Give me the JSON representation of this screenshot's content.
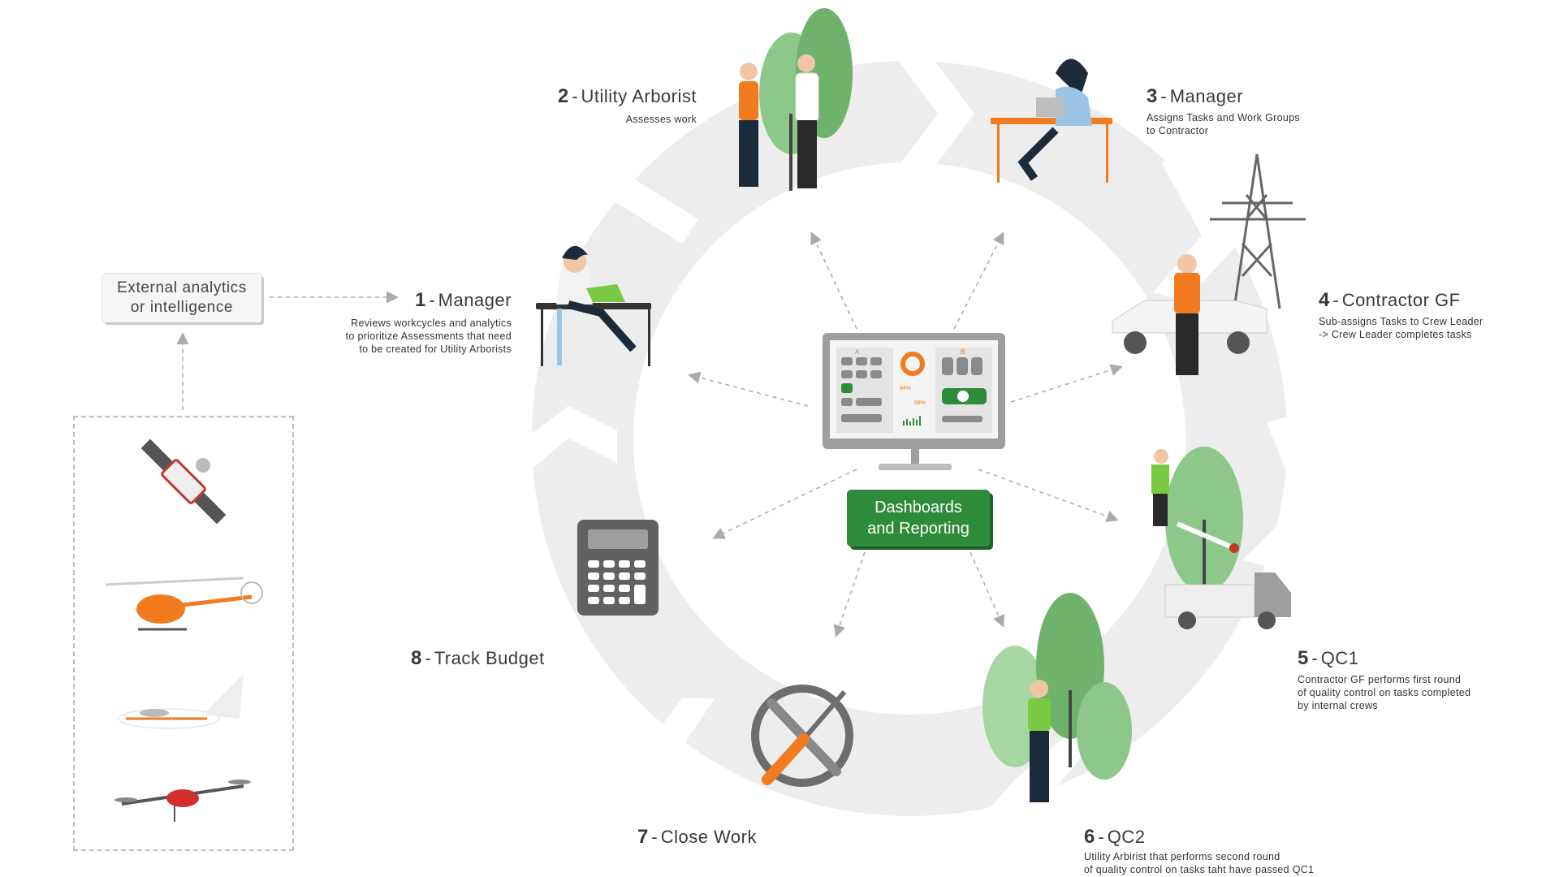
{
  "external_box": {
    "label": "External analytics\nor intelligence"
  },
  "dashboard": {
    "label": "Dashboards\nand Reporting"
  },
  "monitor": {
    "panel_a_label": "A",
    "panel_b_label": "B",
    "stat_1": "84%",
    "stat_2": "98%"
  },
  "steps": [
    {
      "num": "1",
      "title": "Manager",
      "desc": "Reviews workcycles and analytics\nto prioritize Assessments that need\nto be created for Utility Arborists"
    },
    {
      "num": "2",
      "title": "Utility Arborist",
      "desc": "Assesses work"
    },
    {
      "num": "3",
      "title": "Manager",
      "desc": "Assigns Tasks and Work Groups\nto Contractor"
    },
    {
      "num": "4",
      "title": "Contractor GF",
      "desc": "Sub-assigns Tasks to Crew Leader\n-> Crew Leader completes tasks"
    },
    {
      "num": "5",
      "title": "QC1",
      "desc": "Contractor GF performs first round\nof quality control on tasks completed\nby internal crews"
    },
    {
      "num": "6",
      "title": "QC2",
      "desc": "Utility Arbirist that performs second round\nof quality control on tasks taht have passed QC1"
    },
    {
      "num": "7",
      "title": "Close Work",
      "desc": ""
    },
    {
      "num": "8",
      "title": "Track Budget",
      "desc": ""
    }
  ],
  "icons": {
    "sensors": [
      "satellite-icon",
      "helicopter-icon",
      "airplane-icon",
      "drone-icon"
    ],
    "figures": [
      "manager-laptop-icon",
      "arborists-icon",
      "manager-desk-icon",
      "contractor-truck-icon",
      "bucket-truck-icon",
      "arborist-trees-icon",
      "tools-icon",
      "calculator-icon"
    ]
  },
  "colors": {
    "green": "#2e8b3a",
    "orange": "#f27b1f",
    "cycle_gray": "#ececec",
    "tree_green": "#8dc88a",
    "tree_dark": "#6fb26c"
  }
}
